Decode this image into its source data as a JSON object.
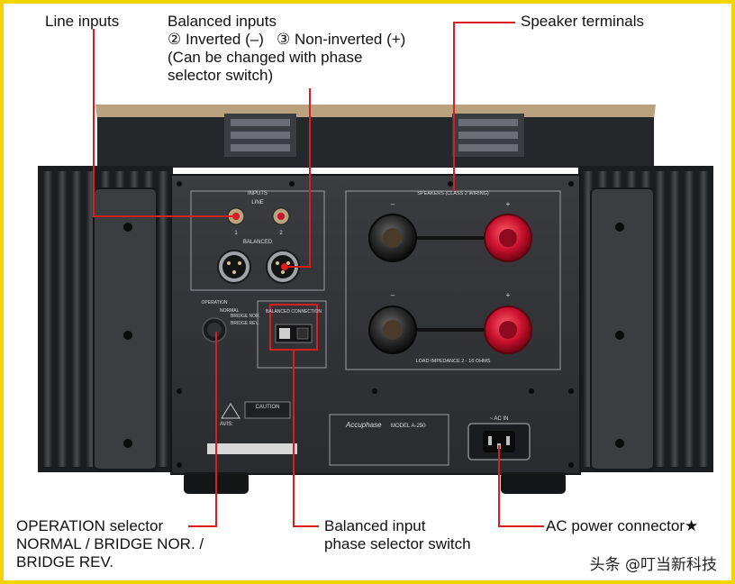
{
  "callouts": {
    "line_inputs": "Line inputs",
    "balanced_inputs": "Balanced inputs\n② Inverted (–)   ③ Non-inverted (+)\n(Can be changed with phase\nselector switch)",
    "speaker_terminals": "Speaker terminals",
    "operation_selector": "OPERATION selector\nNORMAL / BRIDGE NOR. /\nBRIDGE REV.",
    "balanced_phase_switch": "Balanced input\nphase selector switch",
    "ac_power_connector": "AC power connector★"
  },
  "panel": {
    "inputs_title": "INPUTS",
    "line": "LINE",
    "balanced": "BALANCED",
    "line_ch1": "1",
    "line_ch2": "2",
    "operation": "OPERATION",
    "normal": "NORMAL",
    "bridge_nor": "BRIDGE NOR.",
    "bridge_rev": "BRIDGE REV.",
    "balanced_connection": "BALANCED\nCONNECTION",
    "speakers_title": "SPEAKERS (CLASS 2 WIRING)",
    "minus": "–",
    "plus": "+",
    "load_impedance": "LOAD IMPEDANCE 2 - 16 OHMS",
    "caution": "CAUTION",
    "avis": "AVIS:",
    "brand": "Accuphase",
    "model": "MODEL A-250",
    "ac_in": "~ AC IN"
  },
  "watermark": "头条 @叮当新科技",
  "colors": {
    "frame": "#f2d400",
    "callout_line": "#d81e1e",
    "chassis": "#2b2d30",
    "terminal_red": "#c8102e"
  }
}
